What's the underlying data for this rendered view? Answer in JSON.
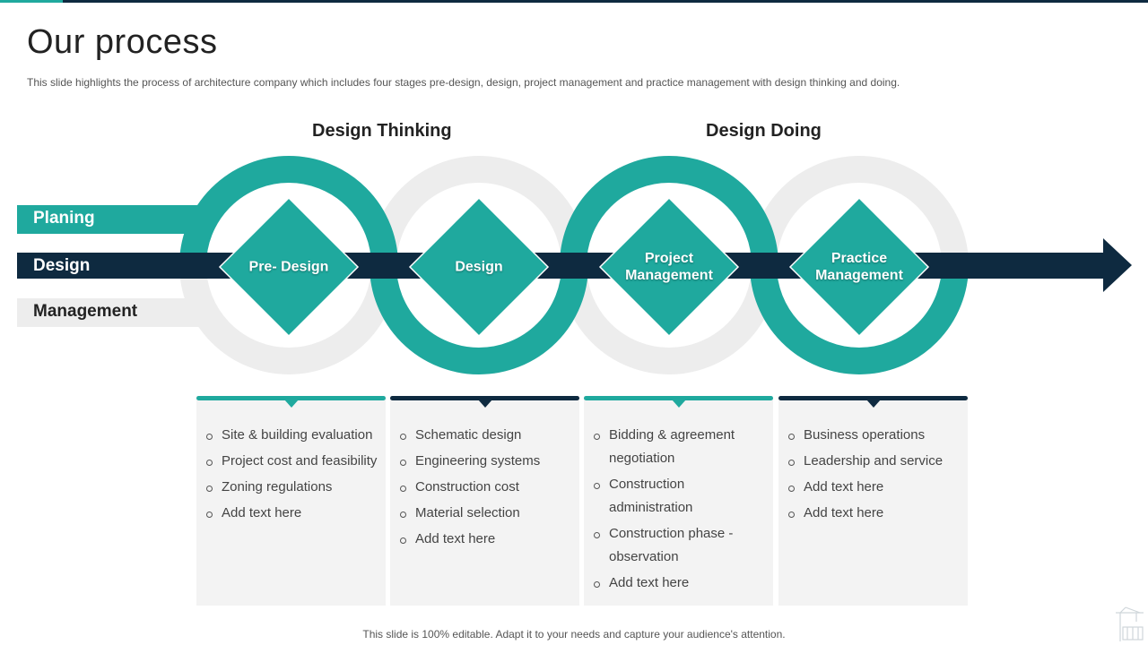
{
  "title": "Our process",
  "subtitle": "This slide highlights the process of architecture company which includes four stages pre-design, design, project management and practice management with design thinking and doing.",
  "headings": [
    "Design Thinking",
    "Design Doing"
  ],
  "lanes": [
    {
      "label": "Planing"
    },
    {
      "label": "Design"
    },
    {
      "label": "Management"
    }
  ],
  "stages": [
    {
      "label": "Pre- Design",
      "items": [
        "Site & building evaluation",
        "Project cost and feasibility",
        "Zoning regulations",
        "Add text here"
      ]
    },
    {
      "label": "Design",
      "items": [
        "Schematic design",
        "Engineering systems",
        "Construction cost",
        "Material selection",
        "Add text here"
      ]
    },
    {
      "label": "Project Management",
      "items": [
        "Bidding & agreement negotiation",
        "Construction administration",
        "Construction phase - observation",
        "Add text here"
      ]
    },
    {
      "label": "Practice Management",
      "items": [
        "Business operations",
        "Leadership and service",
        "Add text here",
        "Add text here"
      ]
    }
  ],
  "footer": "This slide is 100% editable. Adapt it to your needs and capture your audience's attention.",
  "colors": {
    "teal": "#1fa99e",
    "navy": "#0e2a40",
    "light_gray": "#ededed",
    "card_bg": "#f3f3f3"
  }
}
